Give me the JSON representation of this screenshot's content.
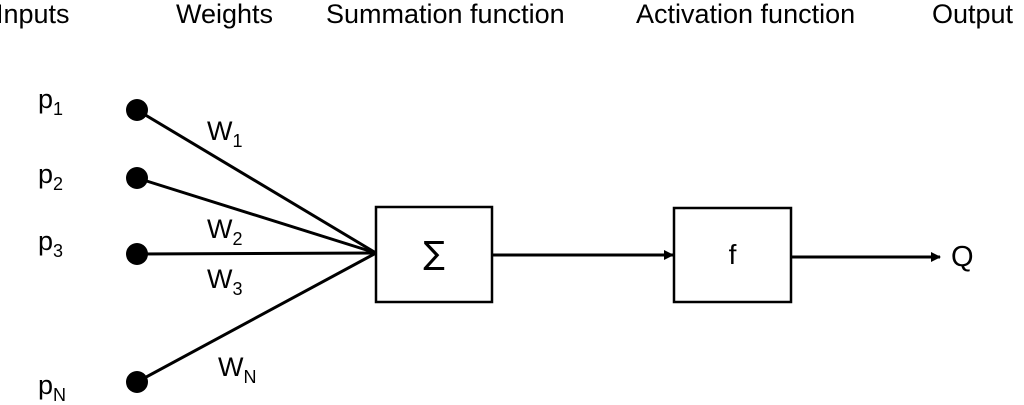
{
  "headers": {
    "inputs": "Inputs",
    "weights": "Weights",
    "summation": "Summation function",
    "activation": "Activation function",
    "output": "Output"
  },
  "inputs": [
    {
      "base": "p",
      "sub": "1"
    },
    {
      "base": "p",
      "sub": "2"
    },
    {
      "base": "p",
      "sub": "3"
    },
    {
      "base": "p",
      "sub": "N"
    }
  ],
  "weights": [
    {
      "base": "W",
      "sub": "1"
    },
    {
      "base": "W",
      "sub": "2"
    },
    {
      "base": "W",
      "sub": "3"
    },
    {
      "base": "W",
      "sub": "N"
    }
  ],
  "summation_symbol": "∑",
  "activation_symbol": "f",
  "output_symbol": "Q"
}
